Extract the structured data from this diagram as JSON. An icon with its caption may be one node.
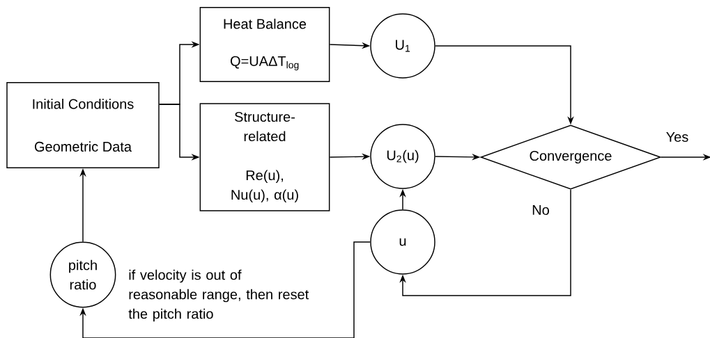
{
  "diagram": {
    "nodes": [
      {
        "text": [
          "Initial Conditions",
          "Geometric Data"
        ]
      },
      {
        "text": [
          "Heat Balance",
          "Q=UAΔT$_{log}$"
        ]
      },
      {
        "text": [
          "Structure-related",
          "Re(u), Nu(u), α(u)"
        ]
      },
      {
        "text": [
          "U$_{1}$"
        ]
      },
      {
        "text": [
          "U$_{2}$(u)"
        ]
      },
      {
        "text": [
          "Convergence"
        ]
      },
      {
        "text": [
          "u"
        ]
      },
      {
        "text": [
          "pitch ratio"
        ],
        "beside": [
          "if velocity is out of reasonable range, then reset the pitch ratio"
        ]
      }
    ],
    "edges": [
      {
        "from": 0,
        "to": 1,
        "arrow": "to"
      },
      {
        "from": 0,
        "to": 2,
        "arrow": "to"
      },
      {
        "from": 1,
        "to": 3,
        "arrow": "to"
      },
      {
        "from": 3,
        "to": 5,
        "arrow": "to"
      },
      {
        "from": 2,
        "to": 4,
        "arrow": "to"
      },
      {
        "from": 4,
        "to": 5,
        "arrow": "to"
      },
      {
        "from": 5,
        "to": null,
        "arrow": "to",
        "label": "Yes"
      },
      {
        "from": 5,
        "to": 6,
        "arrow": "to",
        "label": "No"
      },
      {
        "from": 6,
        "to": 4,
        "arrow": "to"
      },
      {
        "from": 6,
        "to": 7,
        "arrow": "to"
      },
      {
        "from": 7,
        "to": 0,
        "arrow": "to"
      }
    ]
  }
}
